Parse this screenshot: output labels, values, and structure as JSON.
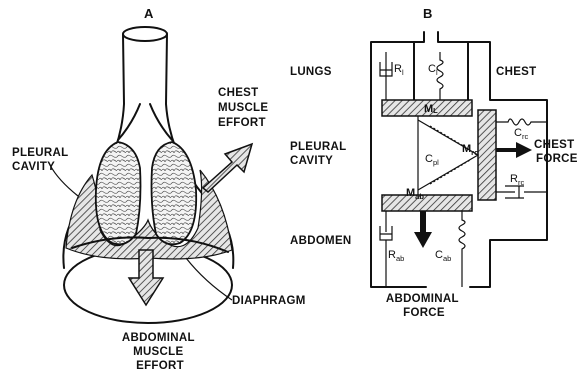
{
  "figure": {
    "panel_a": {
      "label": "A",
      "pleural_cavity": [
        "PLEURAL",
        "CAVITY"
      ],
      "chest_muscle_effort": [
        "CHEST",
        "MUSCLE",
        "EFFORT"
      ],
      "diaphragm": "DIAPHRAGM",
      "abdominal_muscle_effort": [
        "ABDOMINAL",
        "MUSCLE",
        "EFFORT"
      ]
    },
    "panel_b": {
      "label": "B",
      "lungs": "LUNGS",
      "chest": "CHEST",
      "pleural_cavity": [
        "PLEURAL",
        "CAVITY"
      ],
      "abdomen": "ABDOMEN",
      "chest_force": [
        "CHEST",
        "FORCE"
      ],
      "abdominal_force": [
        "ABDOMINAL",
        "FORCE"
      ],
      "symbols": {
        "R_l": {
          "main": "R",
          "sub": "l"
        },
        "C_l": {
          "main": "C",
          "sub": "l"
        },
        "M_L": {
          "main": "M",
          "sub": "L"
        },
        "C_pl": {
          "main": "C",
          "sub": "pl"
        },
        "M_rc": {
          "main": "M",
          "sub": "rc"
        },
        "C_rc": {
          "main": "C",
          "sub": "rc"
        },
        "R_rc": {
          "main": "R",
          "sub": "rc"
        },
        "M_ab": {
          "main": "M",
          "sub": "ab"
        },
        "R_ab": {
          "main": "R",
          "sub": "ab"
        },
        "C_ab": {
          "main": "C",
          "sub": "ab"
        }
      }
    }
  }
}
